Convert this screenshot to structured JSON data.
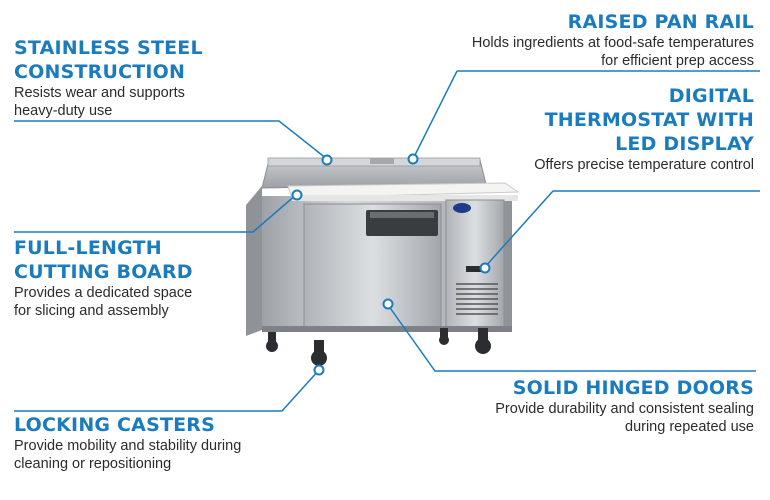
{
  "colors": {
    "accent": "#1a7bbf",
    "line": "#1a7bbf",
    "text": "#2b2b2b"
  },
  "callouts": {
    "stainless": {
      "title": "STAINLESS STEEL CONSTRUCTION",
      "desc": "Resists wear and supports heavy-duty use"
    },
    "cutting": {
      "title": "FULL-LENGTH CUTTING BOARD",
      "desc": "Provides a dedicated space for slicing and assembly"
    },
    "casters": {
      "title": "LOCKING CASTERS",
      "desc": "Provide mobility and stability during cleaning or repositioning"
    },
    "rail": {
      "title": "RAISED PAN RAIL",
      "desc": "Holds ingredients at food-safe temperatures for efficient prep access"
    },
    "thermostat": {
      "title": "DIGITAL THERMOSTAT WITH LED DISPLAY",
      "desc": "Offers precise temperature control"
    },
    "doors": {
      "title": "SOLID HINGED DOORS",
      "desc": "Provide durability and consistent sealing during repeated use"
    }
  },
  "product": {
    "badge_icon": "brand-badge-icon"
  }
}
